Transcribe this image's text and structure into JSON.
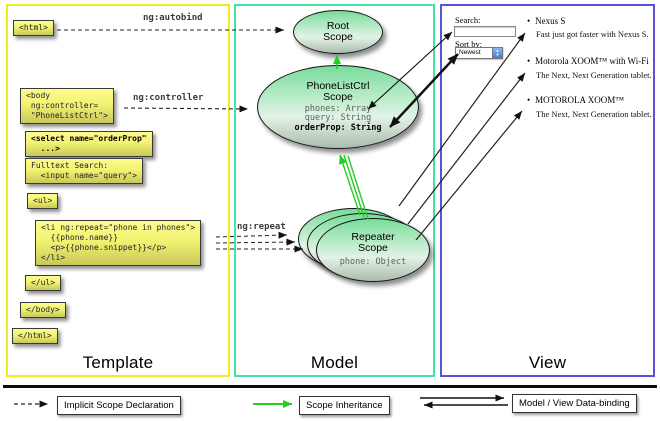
{
  "columns": {
    "template": {
      "label": "Template"
    },
    "model": {
      "label": "Model"
    },
    "view": {
      "label": "View"
    }
  },
  "arrow_labels": {
    "autobind": "ng:autobind",
    "controller": "ng:controller",
    "repeat": "ng:repeat"
  },
  "template_boxes": [
    {
      "name": "html-open",
      "lines": [
        "<html>"
      ]
    },
    {
      "name": "body-open",
      "lines": [
        "<body",
        " ng:controller=",
        " \"PhoneListCtrl\">"
      ]
    },
    {
      "name": "select",
      "lines": [
        "<select name=\"orderProp\"",
        "  ...>"
      ]
    },
    {
      "name": "fulltext",
      "lines": [
        "Fulltext Search:",
        "  <input name=\"query\">"
      ]
    },
    {
      "name": "ul-open",
      "lines": [
        "<ul>"
      ]
    },
    {
      "name": "li-repeat",
      "lines": [
        "<li ng:repeat=\"phone in phones\">",
        "  {{phone.name}}",
        "  <p>{{phone.snippet}}</p>",
        "</li>"
      ]
    },
    {
      "name": "ul-close",
      "lines": [
        "</ul>"
      ]
    },
    {
      "name": "body-close",
      "lines": [
        "</body>"
      ]
    },
    {
      "name": "html-close",
      "lines": [
        "</html>"
      ]
    }
  ],
  "scopes": {
    "root": {
      "line1": "Root",
      "line2": "Scope"
    },
    "phonelist": {
      "line1": "PhoneListCtrl",
      "line2": "Scope",
      "props": [
        "phones: Array",
        "query: String"
      ],
      "bold_prop": "orderProp: String"
    },
    "repeater": {
      "line1": "Repeater",
      "line2": "Scope",
      "prop": "phone: Object"
    }
  },
  "view_panel": {
    "search_label": "Search:",
    "sort_label": "Sort by:",
    "sort_value": "Newest",
    "items": [
      {
        "title": "Nexus S",
        "desc": "Fast just got faster with Nexus S."
      },
      {
        "title": "Motorola XOOM™  with Wi-Fi",
        "desc": "The Next, Next Generation tablet."
      },
      {
        "title": "MOTOROLA XOOM™",
        "desc": "The Next, Next Generation tablet."
      }
    ]
  },
  "legend": {
    "implicit": "Implicit Scope Declaration",
    "inheritance": "Scope Inheritance",
    "binding": "Model / View Data-binding"
  },
  "colors": {
    "template_border": "#EDED1B",
    "model_border": "#3FE3A4",
    "view_border": "#5B51D8",
    "green_arrow": "#25CE25",
    "box_yellow_top": "#FDFD8F",
    "box_yellow_bottom": "#C8C85A",
    "ellipse_green_top": "#79DC9A",
    "ellipse_gray_bottom": "#ABBCAD"
  }
}
